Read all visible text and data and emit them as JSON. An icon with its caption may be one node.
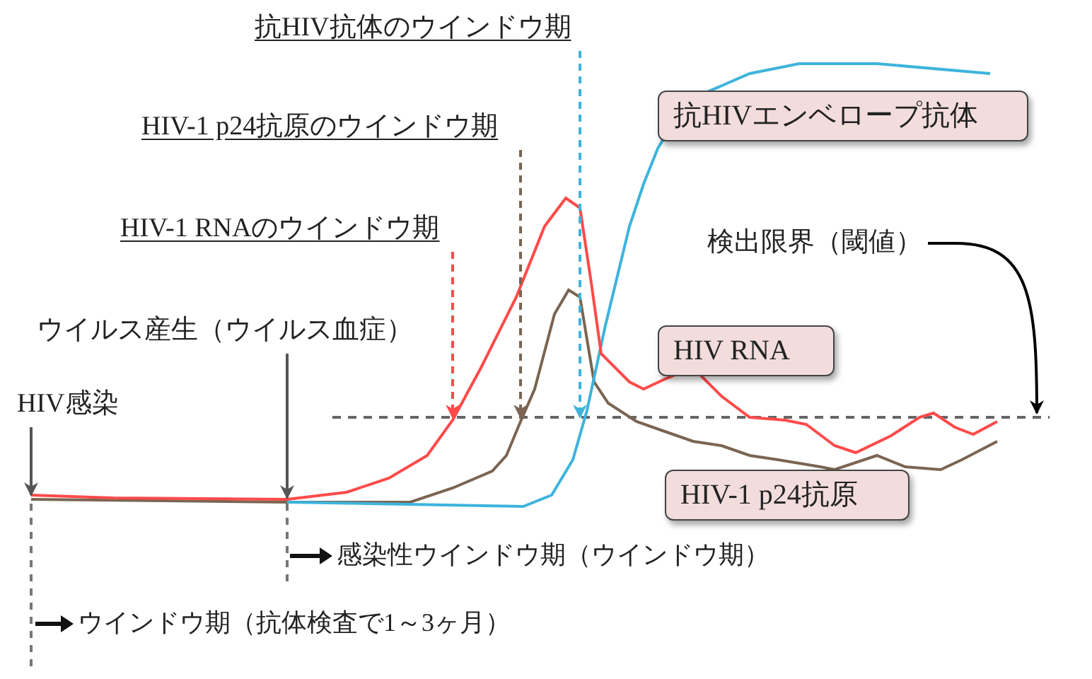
{
  "diagram": {
    "nodes": [
      {
        "text": [
          "抗HIV抗体のウインドウ期"
        ]
      },
      {
        "text": [
          "HIV-1 p24抗原のウインドウ期"
        ]
      },
      {
        "text": [
          "HIV-1 RNAのウインドウ期"
        ]
      },
      {
        "text": [
          "ウイルス産生（ウイルス血症）"
        ]
      },
      {
        "text": [
          "HIV感染"
        ]
      },
      {
        "text": [
          "抗HIVエンベロープ抗体"
        ]
      },
      {
        "text": [
          "検出限界（閾値）"
        ]
      },
      {
        "text": [
          "HIV RNA"
        ]
      },
      {
        "text": [
          "HIV-1 p24抗原"
        ]
      }
    ],
    "edges": [
      {
        "from": 0,
        "to": null,
        "arrow": "to",
        "style": "dashed",
        "color": "#3db4dc"
      },
      {
        "from": 1,
        "to": null,
        "arrow": "to",
        "style": "dashed",
        "color": "#7a6552"
      },
      {
        "from": 2,
        "to": null,
        "arrow": "to",
        "style": "dashed",
        "color": "#ff4a4a"
      },
      {
        "from": 3,
        "to": null,
        "arrow": "to"
      },
      {
        "from": 4,
        "to": null,
        "arrow": "to"
      },
      {
        "from": 6,
        "to": null,
        "arrow": "to",
        "color": "#000000"
      }
    ],
    "labels": [
      "感染性ウインドウ期（ウインドウ期）",
      "ウインドウ期（抗体検査で1～3ヶ月）"
    ]
  }
}
